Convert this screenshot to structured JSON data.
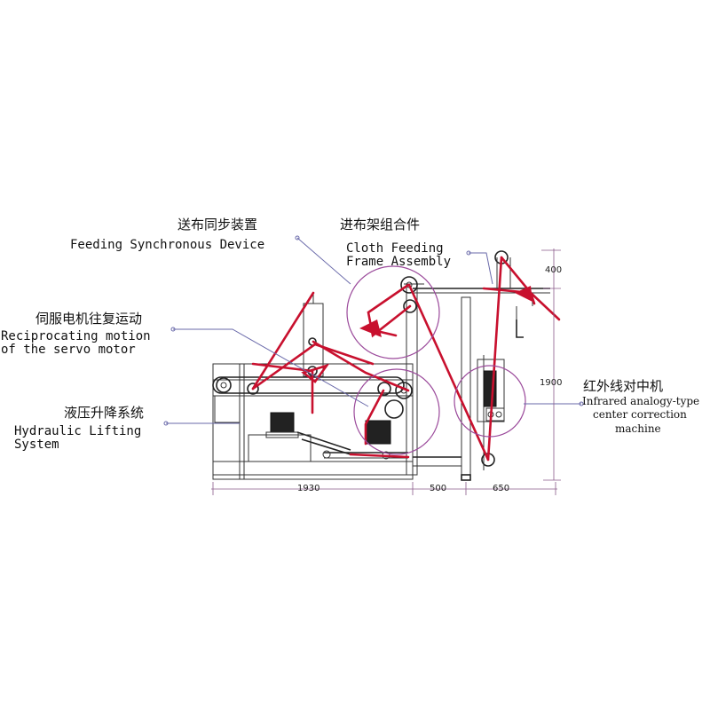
{
  "labels": {
    "feeding_sync_cn": "送布同步装置",
    "feeding_sync_en": "Feeding Synchronous Device",
    "cloth_frame_cn": "进布架组合件",
    "cloth_frame_en_1": "Cloth Feeding",
    "cloth_frame_en_2": "Frame Assembly",
    "servo_cn": "伺服电机往复运动",
    "servo_en_1": "Reciprocating motion",
    "servo_en_2": "of the servo motor",
    "hydraulic_cn": "液压升降系统",
    "hydraulic_en_1": "Hydraulic Lifting",
    "hydraulic_en_2": "System",
    "infrared_cn": "红外线对中机",
    "infrared_en_1": "Infrared analogy-type",
    "infrared_en_2": "center correction",
    "infrared_en_3": "machine"
  },
  "dimensions": {
    "d1930": "1930",
    "d500": "500",
    "d650": "650",
    "d1900": "1900",
    "d400": "400"
  },
  "colors": {
    "cloth_path": "#c8102e",
    "highlight_circle": "#9b4a9b",
    "machine_lines": "#333333"
  }
}
